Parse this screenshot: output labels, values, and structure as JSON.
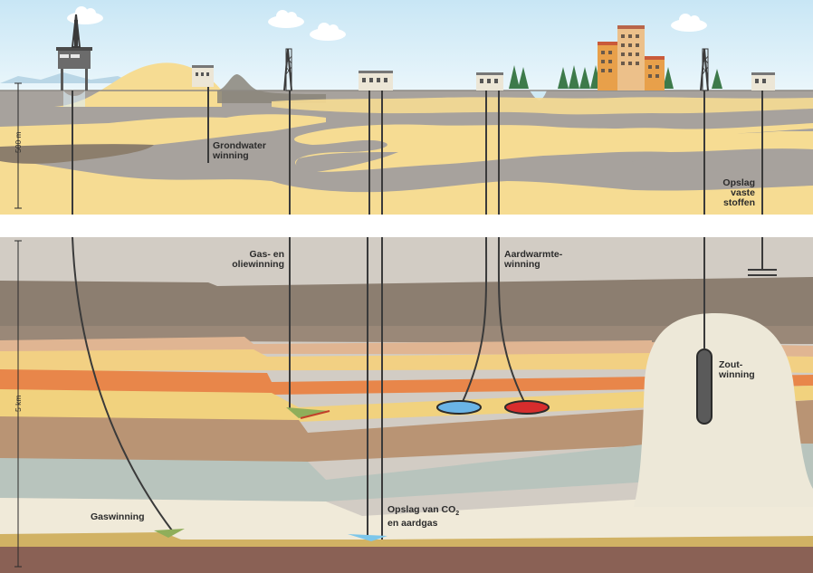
{
  "scale_top": "500 m",
  "scale_bottom": "5 km",
  "labels": {
    "grondwater": [
      "Grondwater",
      "winning"
    ],
    "opslag_vaste": [
      "Opslag",
      "vaste",
      "stoffen"
    ],
    "gas_olie": [
      "Gas- en",
      "oliewinning"
    ],
    "aardwarmte": [
      "Aardwarmte-",
      "winning"
    ],
    "zout": [
      "Zout-",
      "winning"
    ],
    "gaswinning": "Gaswinning",
    "opslag_co2": [
      "Opslag van CO",
      "2",
      "en aardgas"
    ]
  },
  "colors": {
    "sky": "#d9eef8",
    "sand": "#f6dc93",
    "clay": "#a7a29d",
    "salt_dome": "#ede8d8",
    "heat_cold": "#6ab4e6",
    "heat_hot": "#d72d2d"
  }
}
